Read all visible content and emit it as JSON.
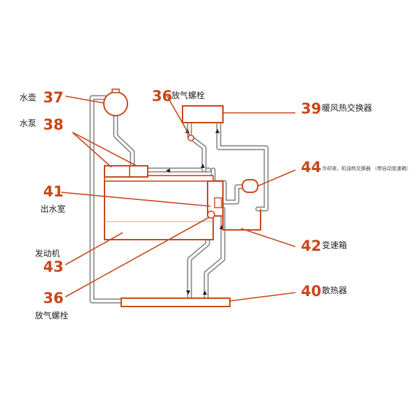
{
  "colors": {
    "accent": "#c8461a",
    "hose": "#8a8a8a"
  },
  "labels": {
    "l37": {
      "num": "37",
      "text": "水壶"
    },
    "l38": {
      "num": "38",
      "text": "水泵"
    },
    "l36_top": {
      "num": "36",
      "text": "放气螺栓"
    },
    "l39": {
      "num": "39",
      "text": "暖风热交换器"
    },
    "l44": {
      "num": "44",
      "text": "冷却液，机油热交换器 （带自动变速箱）"
    },
    "l41": {
      "num": "41",
      "text": "出水室"
    },
    "l42": {
      "num": "42",
      "text": "变速箱"
    },
    "l43": {
      "num": "43",
      "text": "发动机"
    },
    "l36_bottom": {
      "num": "36",
      "text": "放气螺栓"
    },
    "l40": {
      "num": "40",
      "text": "散热器"
    }
  }
}
